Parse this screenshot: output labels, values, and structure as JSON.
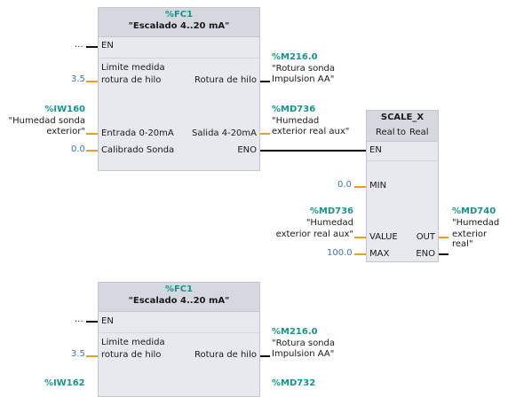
{
  "fc1_top": {
    "tag": "%FC1",
    "name": "\"Escalado 4..20 mA\"",
    "pins": {
      "en": "EN",
      "limite_line1": "Limite medida",
      "limite_line2": "rotura de hilo",
      "rotura_out": "Rotura de hilo",
      "entrada": "Entrada 0-20mA",
      "salida": "Salida 4-20mA",
      "calibrado": "Calibrado Sonda",
      "eno": "ENO"
    },
    "en_input": "...",
    "limite_value": "3.5",
    "calibrado_value": "0.0",
    "rotura_operand": {
      "tag": "%M216.0",
      "line1": "\"Rotura sonda",
      "line2": "Impulsion AA\""
    },
    "entrada_operand": {
      "tag": "%IW160",
      "line1": "\"Humedad sonda",
      "line2": "exterior\""
    },
    "salida_operand": {
      "tag": "%MD736",
      "line1": "\"Humedad",
      "line2": "exterior real aux\""
    }
  },
  "scale_x": {
    "name": "SCALE_X",
    "type_from": "Real",
    "type_sep": "to",
    "type_to": "Real",
    "pins": {
      "en": "EN",
      "min": "MIN",
      "value": "VALUE",
      "max": "MAX",
      "out": "OUT",
      "eno": "ENO"
    },
    "min_value": "0.0",
    "max_value": "100.0",
    "value_operand": {
      "tag": "%MD736",
      "line1": "\"Humedad",
      "line2": "exterior real aux\""
    },
    "out_operand": {
      "tag": "%MD740",
      "line1": "\"Humedad",
      "line2": "exterior real\""
    }
  },
  "fc1_bottom": {
    "tag": "%FC1",
    "name": "\"Escalado 4..20 mA\"",
    "pins": {
      "en": "EN",
      "limite_line1": "Limite medida",
      "limite_line2": "rotura de hilo",
      "rotura_out": "Rotura de hilo"
    },
    "en_input": "...",
    "limite_value": "3.5",
    "rotura_operand": {
      "tag": "%M216.0",
      "line1": "\"Rotura sonda",
      "line2": "Impulsion AA\""
    },
    "entrada_tag_partial": "%IW162",
    "salida_tag_partial": "%MD732"
  },
  "colors": {
    "tag": "#13968a",
    "value": "#3a75c4",
    "bool_stub": "#111111",
    "num_stub": "#f39a1a",
    "box_bg": "#e8e9ee",
    "box_header": "#d6d8df"
  }
}
